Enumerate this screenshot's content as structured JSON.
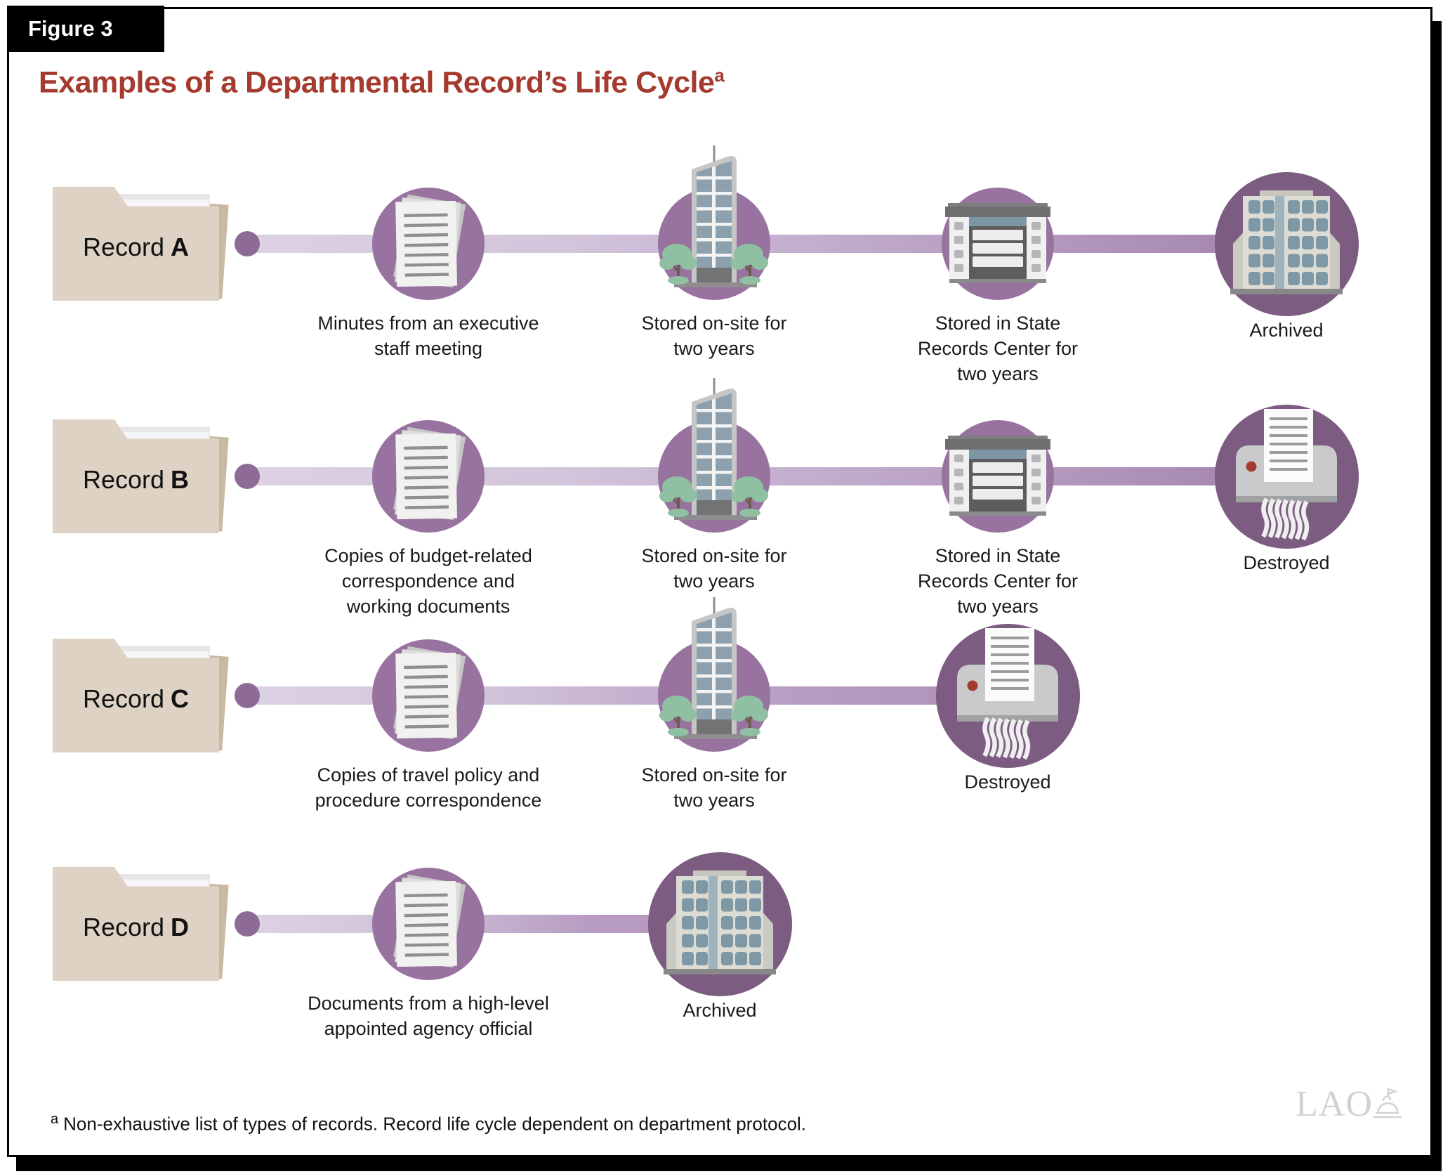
{
  "figure": {
    "tag": "Figure 3",
    "title": "Examples of a Departmental Record’s Life Cycle",
    "title_footnote_marker": "a"
  },
  "rows": [
    {
      "record_label": "Record",
      "record_letter": "A",
      "steps": [
        {
          "icon": "documents-icon",
          "stage": "intermediate",
          "caption": "Minutes from an executive\nstaff meeting"
        },
        {
          "icon": "office-tower-icon",
          "stage": "intermediate",
          "caption": "Stored on-site for\ntwo years"
        },
        {
          "icon": "records-center-icon",
          "stage": "intermediate",
          "caption": "Stored in State\nRecords Center for\ntwo years"
        },
        {
          "icon": "archive-building-icon",
          "stage": "final",
          "caption": "Archived"
        }
      ]
    },
    {
      "record_label": "Record",
      "record_letter": "B",
      "steps": [
        {
          "icon": "documents-icon",
          "stage": "intermediate",
          "caption": "Copies of budget-related\ncorrespondence and\nworking documents"
        },
        {
          "icon": "office-tower-icon",
          "stage": "intermediate",
          "caption": "Stored on-site for\ntwo years"
        },
        {
          "icon": "records-center-icon",
          "stage": "intermediate",
          "caption": "Stored in State\nRecords Center for\ntwo years"
        },
        {
          "icon": "shredder-icon",
          "stage": "final",
          "caption": "Destroyed"
        }
      ]
    },
    {
      "record_label": "Record",
      "record_letter": "C",
      "steps": [
        {
          "icon": "documents-icon",
          "stage": "intermediate",
          "caption": "Copies of travel policy and\nprocedure correspondence"
        },
        {
          "icon": "office-tower-icon",
          "stage": "intermediate",
          "caption": "Stored on-site for\ntwo years"
        },
        {
          "icon": "shredder-icon",
          "stage": "final",
          "caption": "Destroyed"
        }
      ]
    },
    {
      "record_label": "Record",
      "record_letter": "D",
      "steps": [
        {
          "icon": "documents-icon",
          "stage": "intermediate",
          "caption": "Documents from a high-level\nappointed agency official"
        },
        {
          "icon": "archive-building-icon",
          "stage": "final",
          "caption": "Archived"
        }
      ]
    }
  ],
  "footnote": {
    "marker": "a",
    "text": "Non-exhaustive list of types of records. Record life cycle dependent on department protocol."
  },
  "logo": {
    "text": "LAO",
    "icon": "capitol-dome-icon"
  },
  "colors": {
    "title_red": "#A53A2E",
    "figure_tag_bg": "#000000",
    "figure_tag_text": "#FFFFFF",
    "circle_purple": "#98739F",
    "circle_purple_dark": "#7C5D81",
    "connector_light": "#DCD2E2",
    "connector_dark": "#A284AC",
    "connector_dot": "#8E6B96",
    "folder_tan": "#DDD2C3",
    "folder_tan_shadow": "#C9B8A2",
    "paper_white": "#F1F1F0",
    "paper_line_gray": "#8F8F8F",
    "window_blue_gray": "#8CA0AE",
    "tree_green": "#8FC0A2",
    "building_gray": "#C6C6C6",
    "warehouse_dark_gray": "#5D5D5F",
    "archive_beige": "#DCDBD4",
    "shredder_gray": "#C9CACB",
    "power_dot_red": "#A43B30",
    "logo_gray": "#D2D2D4",
    "text_black": "#1A1A1A"
  }
}
